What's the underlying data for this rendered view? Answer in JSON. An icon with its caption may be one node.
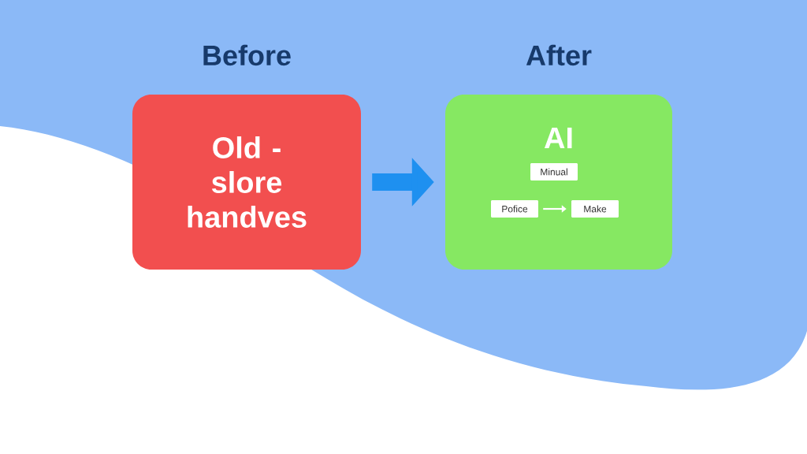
{
  "diagram": {
    "nodes": [
      {
        "text": [
          "Before",
          "Old - slore handves"
        ]
      },
      {
        "text": [
          "After",
          "AI"
        ]
      },
      {
        "text": [
          "Minual"
        ],
        "in": 1
      },
      {
        "text": [
          "Pofice"
        ],
        "in": 1
      },
      {
        "text": [
          "Make"
        ],
        "in": 1
      }
    ],
    "edges": [
      {
        "from": 0,
        "to": 1,
        "arrow": "to",
        "style": "thick",
        "color": "#1e90f0"
      },
      {
        "from": 3,
        "to": 4,
        "arrow": "to",
        "color": "#ffffff"
      }
    ]
  }
}
